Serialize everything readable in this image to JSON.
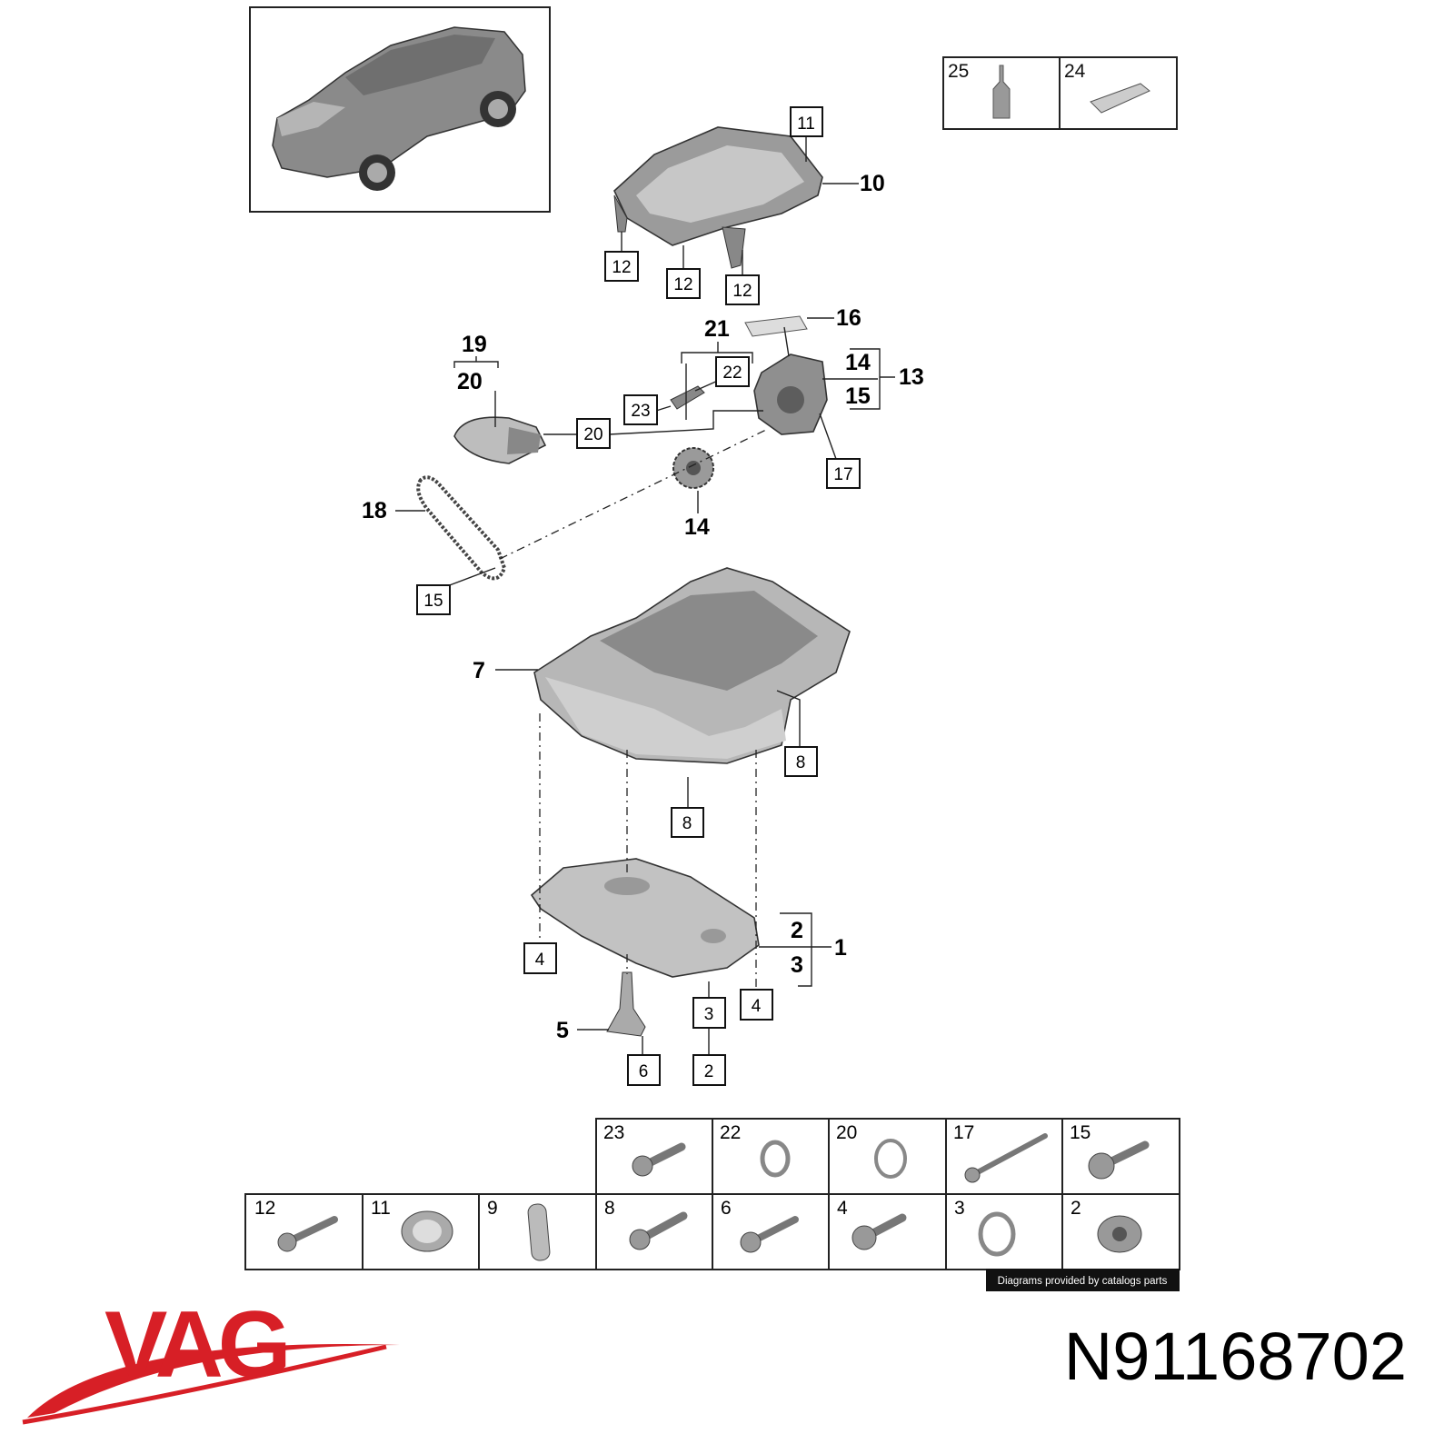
{
  "brand": {
    "logo_text": "VAG",
    "logo_color": "#d71f26"
  },
  "part_number": "N91168702",
  "credit": "Diagrams provided by catalogs parts",
  "boxed_labels": {
    "l11": "11",
    "l12a": "12",
    "l12b": "12",
    "l12c": "12",
    "l22": "22",
    "l23": "23",
    "l20": "20",
    "l17": "17",
    "l15": "15",
    "l8a": "8",
    "l8b": "8",
    "l4a": "4",
    "l4b": "4",
    "l3": "3",
    "l2": "2",
    "l6": "6"
  },
  "bold_labels": {
    "b10": "10",
    "b16": "16",
    "b21": "21",
    "b19": "19",
    "b20": "20",
    "b14a": "14",
    "b15": "15",
    "b13": "13",
    "b18": "18",
    "b14b": "14",
    "b7": "7",
    "b2": "2",
    "b3": "3",
    "b1": "1",
    "b5": "5"
  },
  "top_table": {
    "cells": [
      "25",
      "24"
    ]
  },
  "table_row1": {
    "cells": [
      "23",
      "22",
      "20",
      "17",
      "15"
    ]
  },
  "table_row2": {
    "cells": [
      "12",
      "11",
      "9",
      "8",
      "6",
      "4",
      "3",
      "2"
    ]
  }
}
